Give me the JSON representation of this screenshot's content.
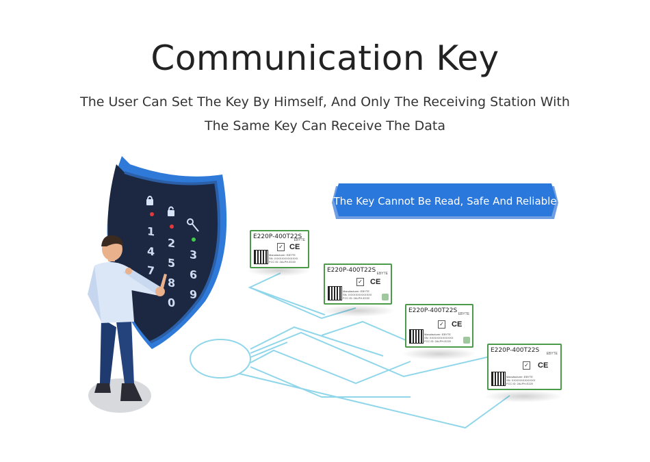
{
  "title": "Communication Key",
  "subtitle_line1": "The User Can Set The Key By Himself, And Only The Receiving Station With",
  "subtitle_line2": "The Same Key Can Receive The Data",
  "banner_text": "The Key Cannot Be Read, Safe And Reliable",
  "module_label": "E220P-400T22S",
  "module_brand": "EBYTE",
  "module_ce": "CE",
  "module_info": [
    "Manufacturer: EBYTE",
    "SN: XXXXXXXXXXXXX",
    "FCC ID: 2ALPH-E220"
  ],
  "keypad_digits": [
    "1",
    "2",
    "3",
    "4",
    "5",
    "6",
    "7",
    "8",
    "9",
    "0"
  ],
  "colors": {
    "shield_dark": "#1c2742",
    "shield_blue": "#2f7ad8",
    "banner_blue": "#2b78dc",
    "network_line": "#7fd0e6"
  },
  "icons": [
    "shield-icon",
    "lock-icon",
    "unlock-icon",
    "key-icon",
    "person-illustration",
    "wireless-module-icon"
  ]
}
